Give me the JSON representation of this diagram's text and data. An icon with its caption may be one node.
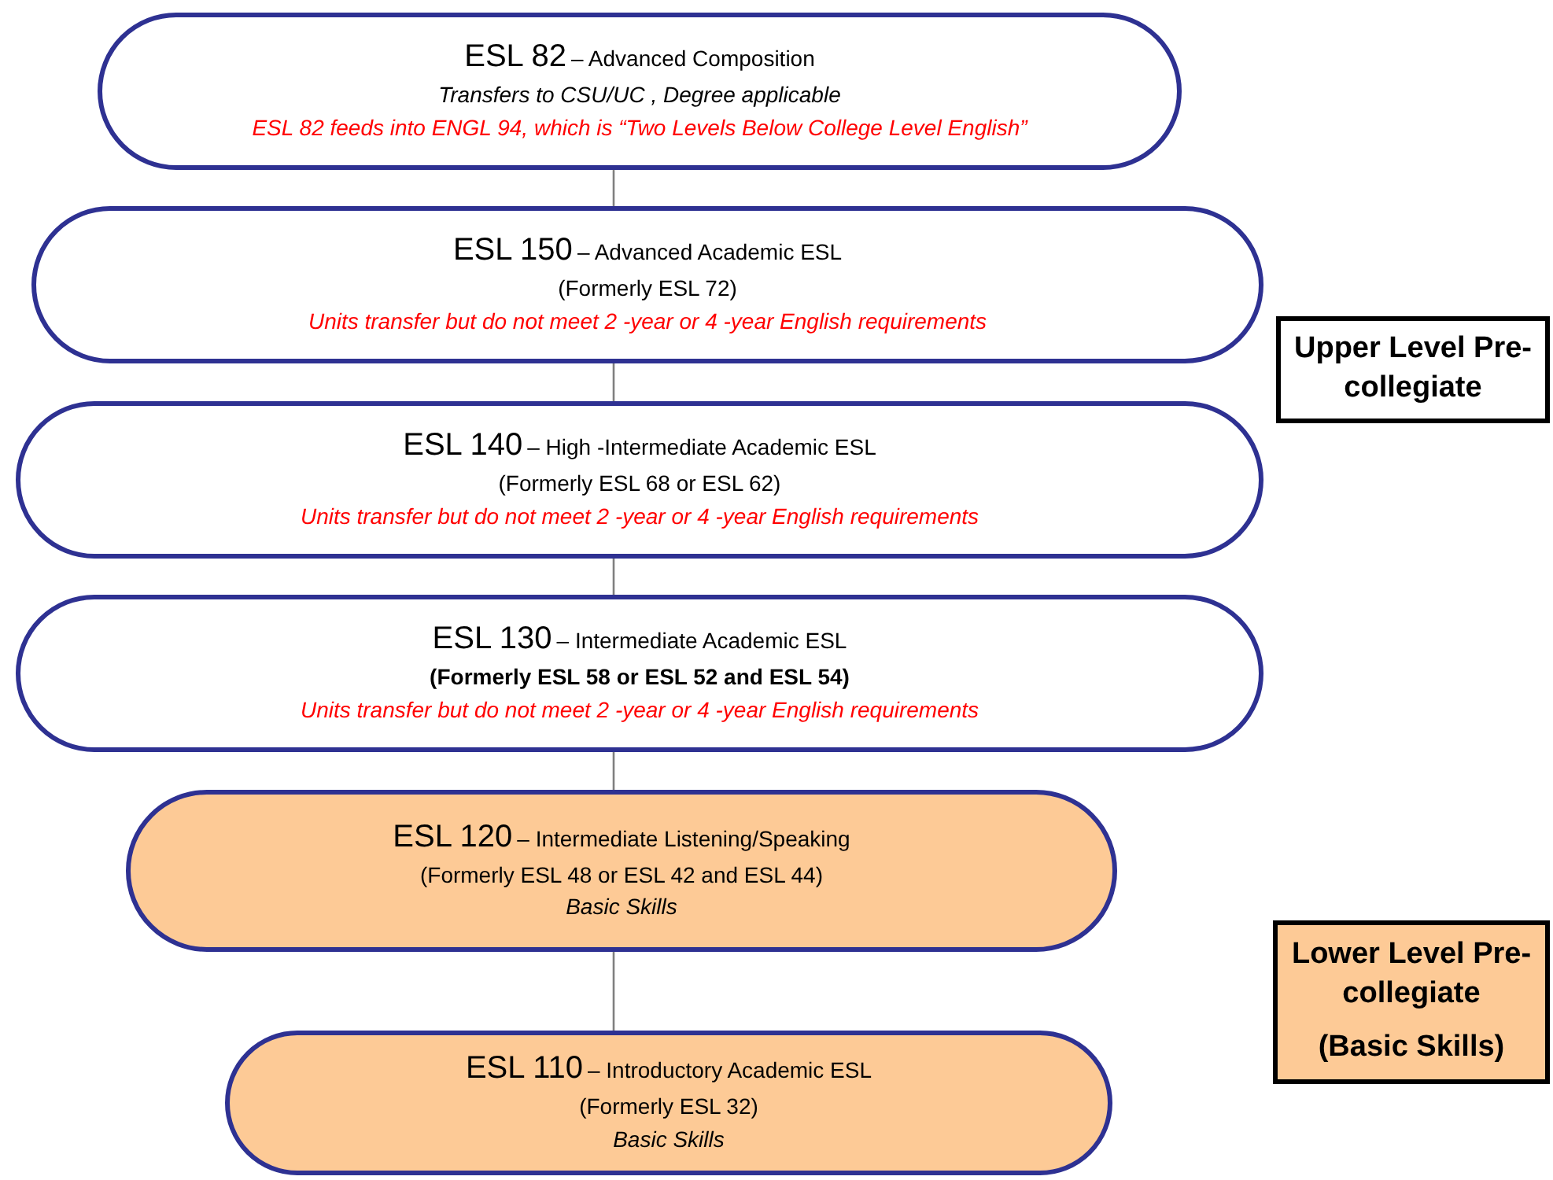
{
  "diagram": {
    "nodes": [
      {
        "text": [
          "ESL 82",
          "– Advanced Composition",
          "Transfers to CSU/UC , Degree applicable",
          "ESL 82 feeds into ENGL 94, which is “Two Levels Below College Level English”"
        ]
      },
      {
        "text": [
          "ESL 150",
          "– Advanced Academic ESL",
          "(Formerly ESL 72)",
          "Units transfer but do not meet 2 -year or 4 -year English requirements"
        ]
      },
      {
        "text": [
          "ESL 140",
          "– High -Intermediate Academic ESL",
          "(Formerly ESL 68 or ESL 62)",
          "Units transfer but do not meet 2 -year or 4 -year English requirements"
        ]
      },
      {
        "text": [
          "ESL 130",
          "– Intermediate Academic ESL",
          "(Formerly ESL 58 or ESL 52 and ESL 54)",
          "Units transfer but do not meet 2 -year or 4 -year English requirements"
        ]
      },
      {
        "text": [
          "ESL 120",
          "– Intermediate Listening/Speaking",
          "(Formerly ESL 48 or ESL 42 and ESL 44)",
          "Basic Skills"
        ]
      },
      {
        "text": [
          "ESL 110",
          "– Introductory Academic ESL",
          "(Formerly ESL 32)",
          "Basic Skills"
        ]
      },
      {
        "text": [
          "Upper Level Pre-collegiate"
        ]
      },
      {
        "text": [
          "Lower Level Pre-collegiate",
          "(Basic Skills)"
        ]
      }
    ],
    "edges": [
      {
        "from": 0,
        "to": 1,
        "arrow": "none"
      },
      {
        "from": 1,
        "to": 2,
        "arrow": "none"
      },
      {
        "from": 2,
        "to": 3,
        "arrow": "none"
      },
      {
        "from": 3,
        "to": 4,
        "arrow": "none"
      },
      {
        "from": 4,
        "to": 5,
        "arrow": "none"
      }
    ]
  }
}
